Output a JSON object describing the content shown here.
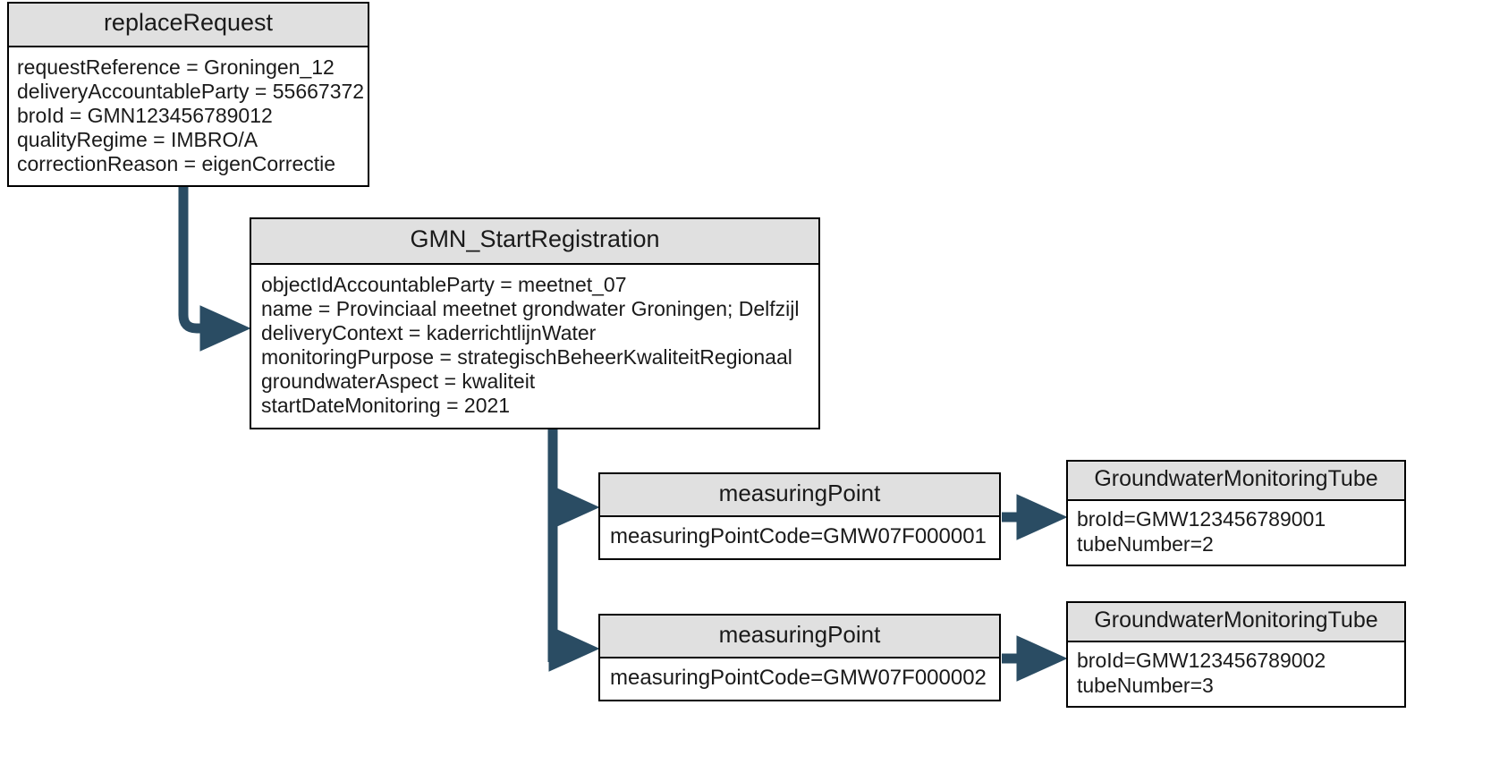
{
  "diagram": {
    "type": "uml-object-diagram",
    "connector_color": "#2a4c63",
    "box_header_color": "#e0e0e0",
    "box_border_color": "#000000",
    "background_color": "#ffffff"
  },
  "boxes": {
    "replace_request": {
      "title": "replaceRequest",
      "attributes": [
        "requestReference = Groningen_12",
        "deliveryAccountableParty = 55667372",
        "broId = GMN123456789012",
        "qualityRegime = IMBRO/A",
        "correctionReason = eigenCorrectie"
      ]
    },
    "gmn_start_registration": {
      "title": "GMN_StartRegistration",
      "attributes": [
        "objectIdAccountableParty = meetnet_07",
        "name = Provinciaal meetnet grondwater Groningen; Delfzijl",
        "deliveryContext = kaderrichtlijnWater",
        "monitoringPurpose = strategischBeheerKwaliteitRegionaal",
        "groundwaterAspect = kwaliteit",
        "startDateMonitoring = 2021"
      ]
    },
    "measuring_point_1": {
      "title": "measuringPoint",
      "attributes": [
        "measuringPointCode=GMW07F000001"
      ]
    },
    "measuring_point_2": {
      "title": "measuringPoint",
      "attributes": [
        "measuringPointCode=GMW07F000002"
      ]
    },
    "tube_1": {
      "title": "GroundwaterMonitoringTube",
      "attributes": [
        "broId=GMW123456789001",
        "tubeNumber=2"
      ]
    },
    "tube_2": {
      "title": "GroundwaterMonitoringTube",
      "attributes": [
        "broId=GMW123456789002",
        "tubeNumber=3"
      ]
    }
  }
}
